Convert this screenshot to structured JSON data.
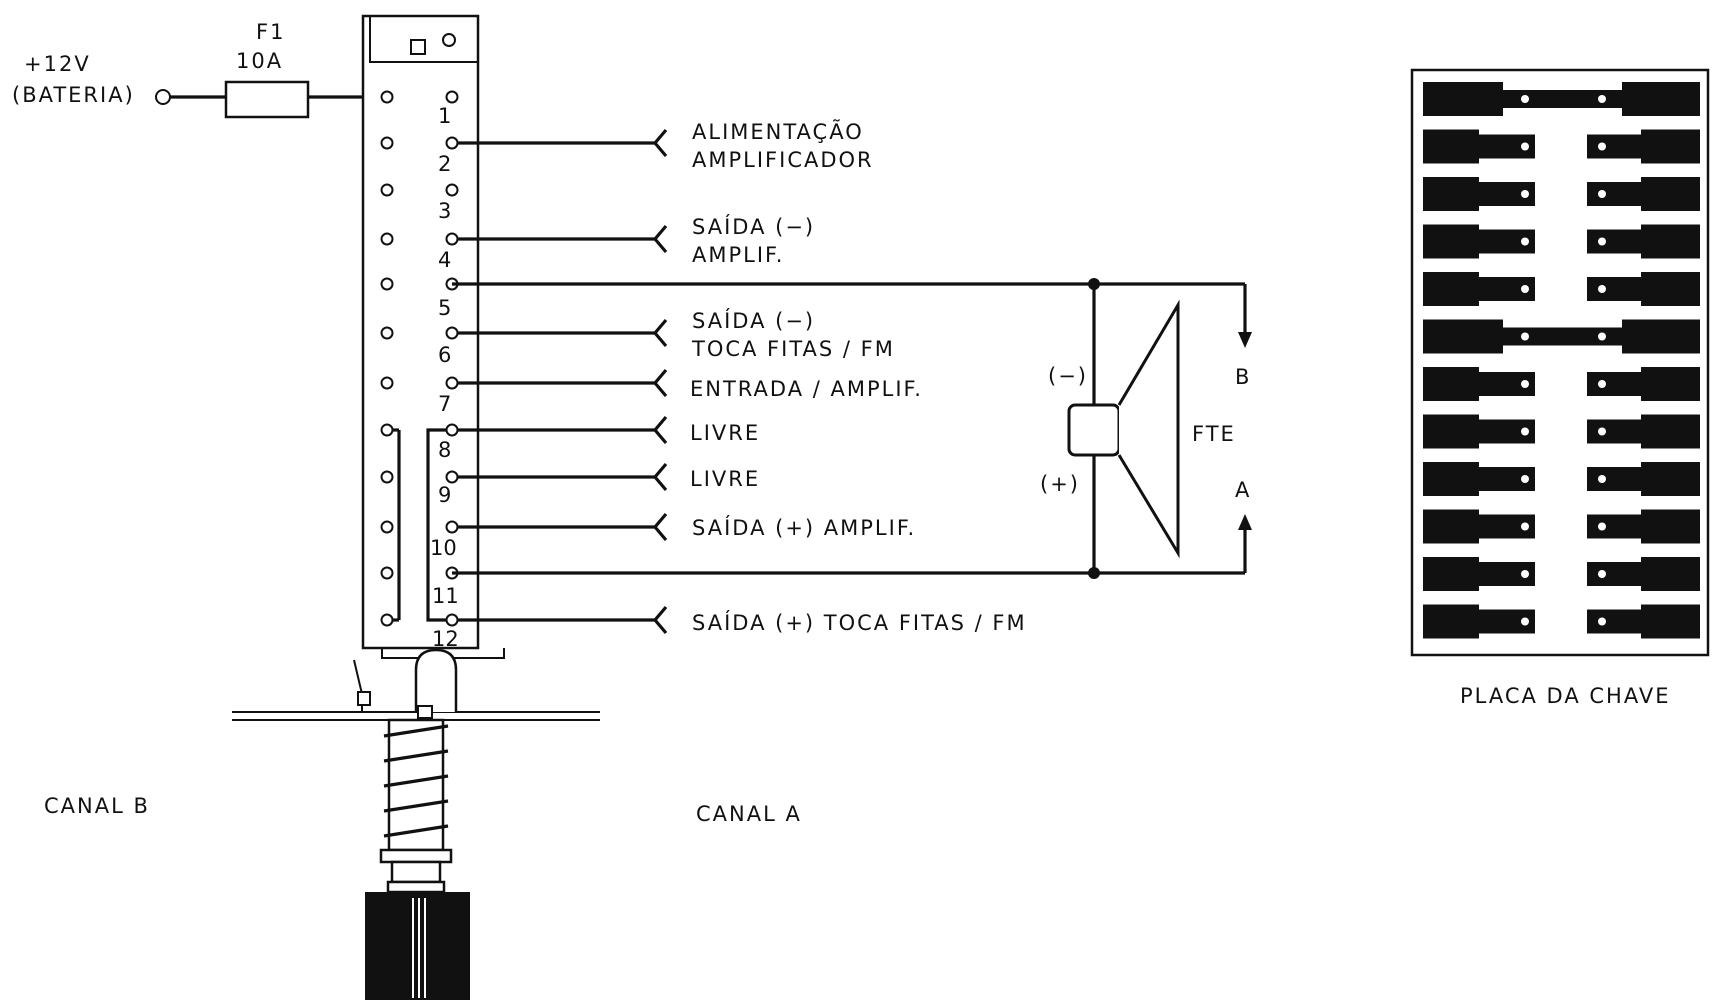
{
  "power": {
    "voltage": "+12V",
    "source": "(BATERIA)",
    "fuse_name": "F1",
    "fuse_rating": "10A"
  },
  "pins": [
    "1",
    "2",
    "3",
    "4",
    "5",
    "6",
    "7",
    "8",
    "9",
    "10",
    "11",
    "12"
  ],
  "connections": [
    {
      "pin": "2",
      "line1": "ALIMENTAÇÃO",
      "line2": "AMPLIFICADOR"
    },
    {
      "pin": "4",
      "line1": "SAÍDA (−)",
      "line2": "AMPLIF."
    },
    {
      "pin": "6",
      "line1": "SAÍDA (−)",
      "line2": "TOCA FITAS / FM"
    },
    {
      "pin": "7",
      "line1": "ENTRADA / AMPLIF.",
      "line2": ""
    },
    {
      "pin": "8",
      "line1": "LIVRE",
      "line2": ""
    },
    {
      "pin": "9",
      "line1": "LIVRE",
      "line2": ""
    },
    {
      "pin": "10",
      "line1": "SAÍDA (+) AMPLIF.",
      "line2": ""
    },
    {
      "pin": "12",
      "line1": "SAÍDA (+) TOCA FITAS / FM",
      "line2": ""
    }
  ],
  "speaker": {
    "label": "FTE",
    "minus": "(−)",
    "plus": "(+)",
    "top_arrow": "B",
    "bottom_arrow": "A"
  },
  "channels": {
    "left": "CANAL B",
    "right": "CANAL A"
  },
  "switch_plate": {
    "caption": "PLACA DA CHAVE"
  }
}
